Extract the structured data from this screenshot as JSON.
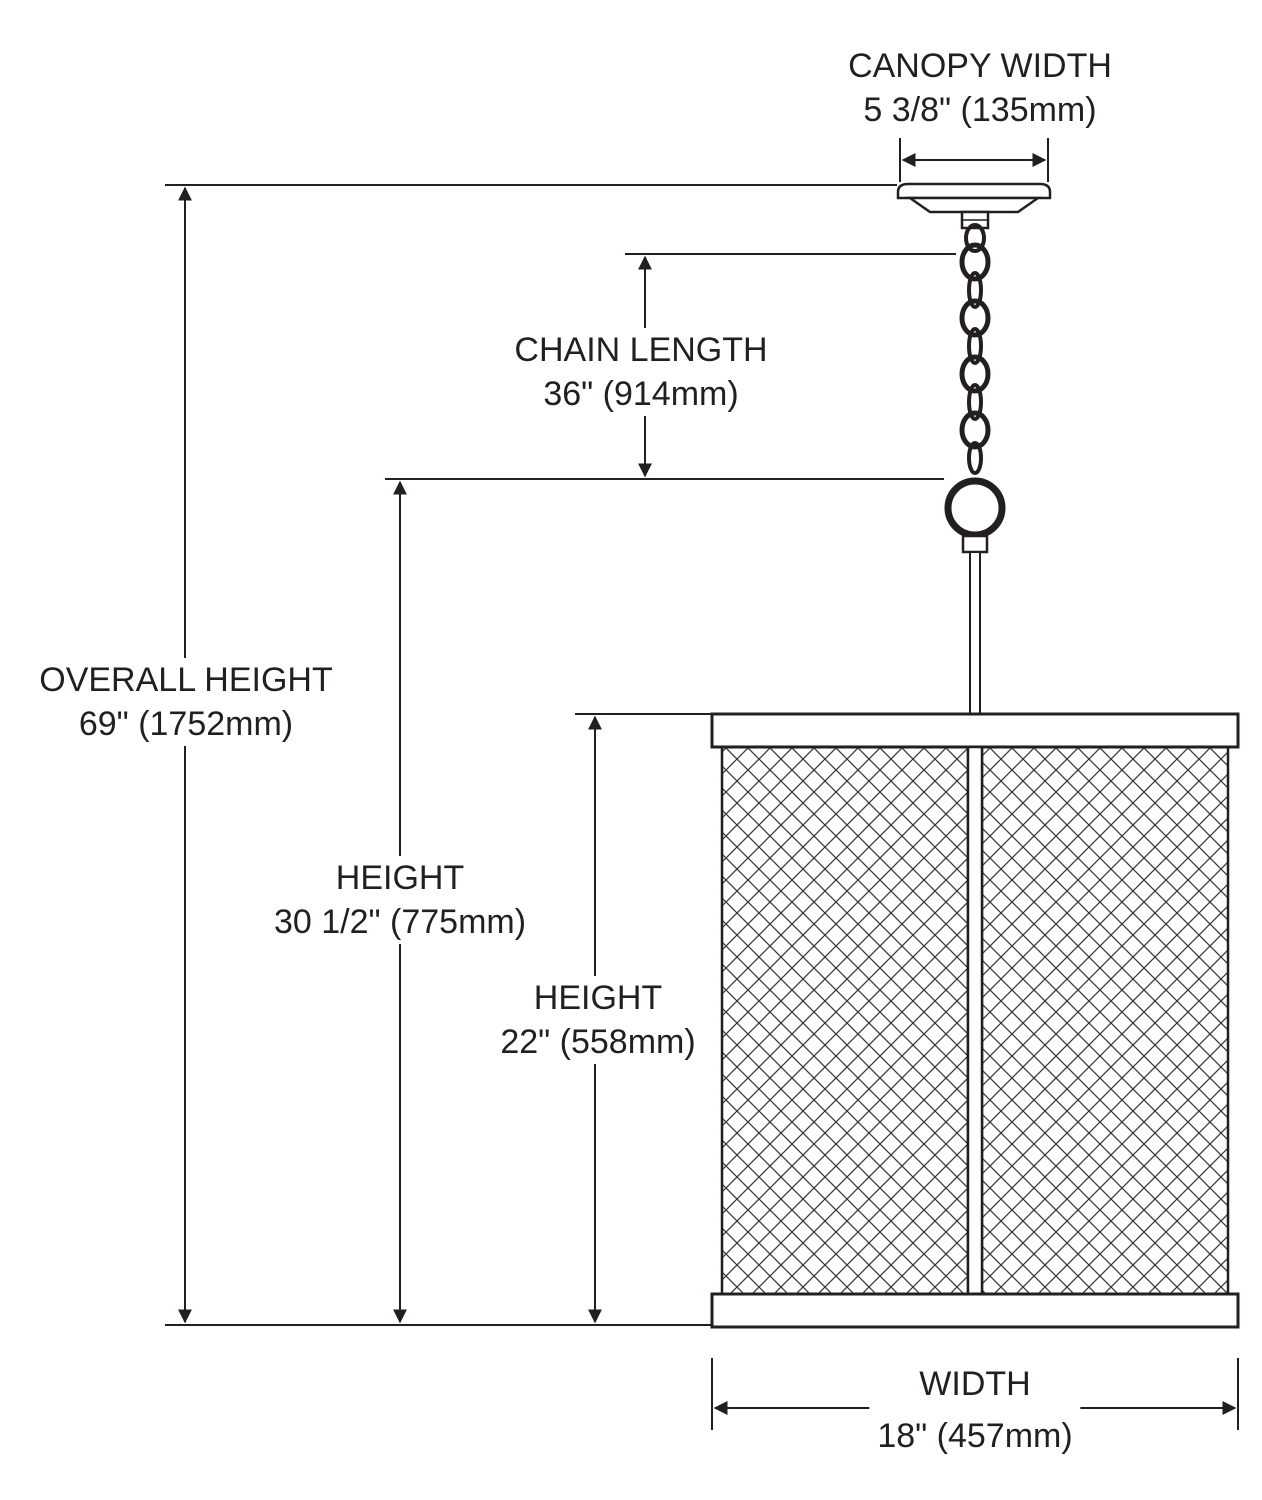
{
  "labels": {
    "canopy_width": {
      "title": "CANOPY WIDTH",
      "value": "5 3/8\" (135mm)"
    },
    "chain_length": {
      "title": "CHAIN LENGTH",
      "value": "36\" (914mm)"
    },
    "overall_height": {
      "title": "OVERALL HEIGHT",
      "value": "69\" (1752mm)"
    },
    "height_fixture": {
      "title": "HEIGHT",
      "value": "30 1/2\" (775mm)"
    },
    "height_shade": {
      "title": "HEIGHT",
      "value": "22\" (558mm)"
    },
    "width": {
      "title": "WIDTH",
      "value": "18\" (457mm)"
    }
  },
  "colors": {
    "line": "#231f20",
    "mesh": "#3a3a3a",
    "background": "#ffffff"
  }
}
